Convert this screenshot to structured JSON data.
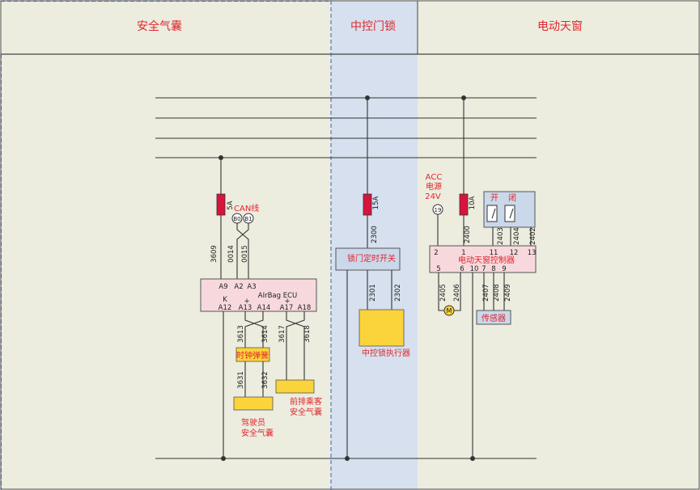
{
  "sections": {
    "airbag": "安全气囊",
    "central_lock": "中控门锁",
    "sunroof": "电动天窗"
  },
  "colors": {
    "background": "#ececdf",
    "highlight": "#d6e0ee",
    "red_text": "#e0262c",
    "fuse": "#d8143c",
    "ecu_fill": "#f7d9dd",
    "yellow": "#fbd33b",
    "blue_box": "#cad8ea"
  },
  "airbag": {
    "fuse": "5A",
    "can_label": "CAN线",
    "can_pins": [
      "B0",
      "B1"
    ],
    "wires_top": [
      "3609",
      "0014",
      "0015"
    ],
    "ecu_name": "AIrBag ECU",
    "ecu_pins_top": [
      "A9",
      "A2",
      "A3"
    ],
    "ecu_k": "K",
    "ecu_pins_bottom": [
      "A12",
      "A13",
      "A14",
      "A17",
      "A18"
    ],
    "plus": "+",
    "wires_clock": [
      "3613",
      "3614"
    ],
    "wires_passenger": [
      "3617",
      "3618"
    ],
    "clock_spring": "时钟弹簧",
    "wires_driver": [
      "3631",
      "3632"
    ],
    "driver_label": [
      "驾驶员",
      "安全气囊"
    ],
    "passenger_label": [
      "前排乘客",
      "安全气囊"
    ]
  },
  "central_lock": {
    "fuse": "15A",
    "wire_top": "2300",
    "switch_label": "锁门定时开关",
    "wires_out": [
      "2301",
      "2302"
    ],
    "actuator_label": "中控锁执行器"
  },
  "sunroof": {
    "acc_label": [
      "ACC",
      "电源",
      "24V"
    ],
    "acc_pin": "19",
    "fuse": "10A",
    "wire_top": "2400",
    "switch_open": "开",
    "switch_close": "闭",
    "switch_wires": [
      "2403",
      "2404",
      "2402"
    ],
    "controller_label": "电动天窗控制器",
    "controller_pins_top": [
      "2",
      "1",
      "11",
      "12",
      "13"
    ],
    "controller_pins_bottom": [
      "5",
      "6",
      "10",
      "7",
      "8",
      "9"
    ],
    "motor_wires": [
      "2405",
      "2406"
    ],
    "motor_symbol": "M",
    "sensor_wires": [
      "2407",
      "2408",
      "2409"
    ],
    "sensor_label": "传感器"
  }
}
